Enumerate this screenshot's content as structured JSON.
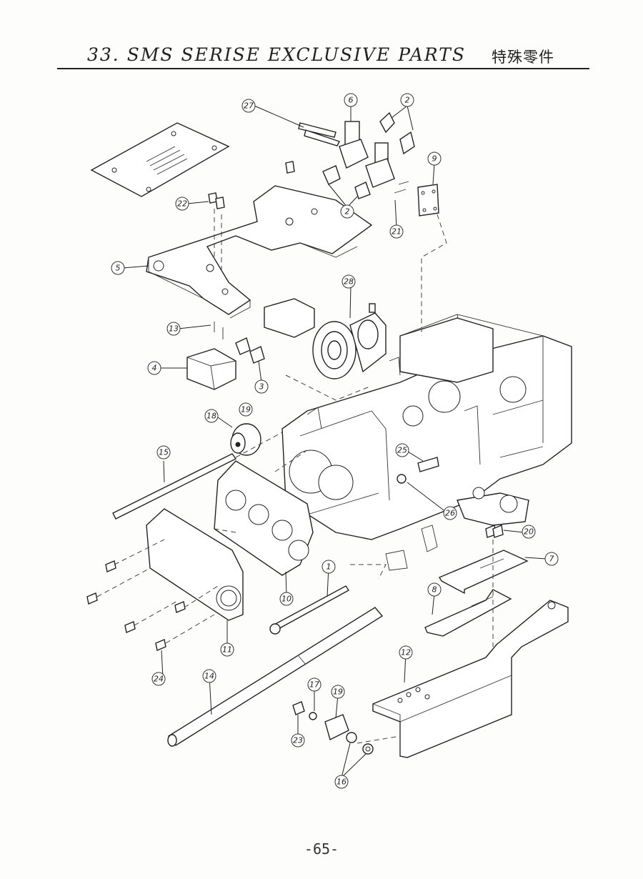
{
  "header": {
    "title": "33. SMS SERISE EXCLUSIVE PARTS",
    "title_cn": "特殊零件"
  },
  "footer": {
    "page_number": "-65-"
  },
  "callouts": [
    "1",
    "2",
    "2",
    "3",
    "4",
    "5",
    "6",
    "7",
    "8",
    "9",
    "10",
    "11",
    "12",
    "13",
    "14",
    "15",
    "16",
    "17",
    "18",
    "19",
    "20",
    "21",
    "22",
    "23",
    "24",
    "25",
    "26",
    "27",
    "28",
    "19"
  ]
}
